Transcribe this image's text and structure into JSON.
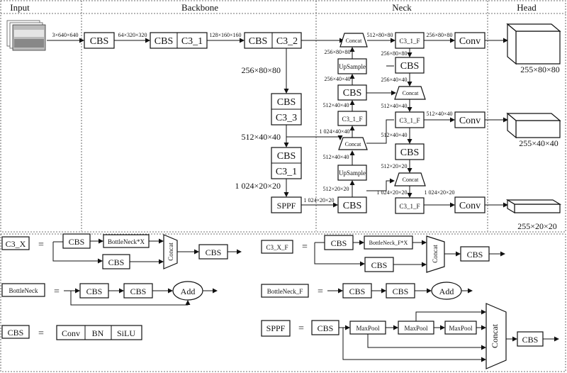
{
  "sections": {
    "input": "Input",
    "backbone": "Backbone",
    "neck": "Neck",
    "head": "Head"
  },
  "labels": {
    "cbs": "CBS",
    "c3_1": "C3_1",
    "c3_2": "C3_2",
    "c3_3": "C3_3",
    "sppf": "SPPF",
    "concat": "Concat",
    "upsample": "UpSample",
    "c3_1f": "C3_1_F",
    "conv": "Conv"
  },
  "dims": {
    "input": "3×640×640",
    "d320": "64×320×320",
    "d160": "128×160×160",
    "b80": "256×80×80",
    "b40": "512×40×40",
    "b20": "1 024×20×20",
    "n20": "1 024×20×20",
    "n20b": "512×20×20",
    "n40": "512×40×40",
    "n1024_40": "1 024×40×40",
    "n512_40": "512×40×40",
    "n256_40": "256×40×40",
    "n256_80": "256×80×80",
    "n512_80": "512×80×80",
    "n512_20": "512×20×20",
    "n1024_20": "1 024×20×20",
    "h80": "255×80×80",
    "h40": "255×40×40",
    "h20": "255×20×20"
  },
  "legend": {
    "eq": "=",
    "c3x": "C3_X",
    "c3xf": "C3_X_F",
    "bottleneck": "BottleNeck",
    "bottleneck_f": "BottleNeck_F",
    "bottleneck_x": "BottleNeck*X",
    "bottleneck_fx": "BottleNeck_F*X",
    "add": "Add",
    "conv": "Conv",
    "bn": "BN",
    "silu": "SiLU",
    "maxpool": "MaxPool"
  }
}
